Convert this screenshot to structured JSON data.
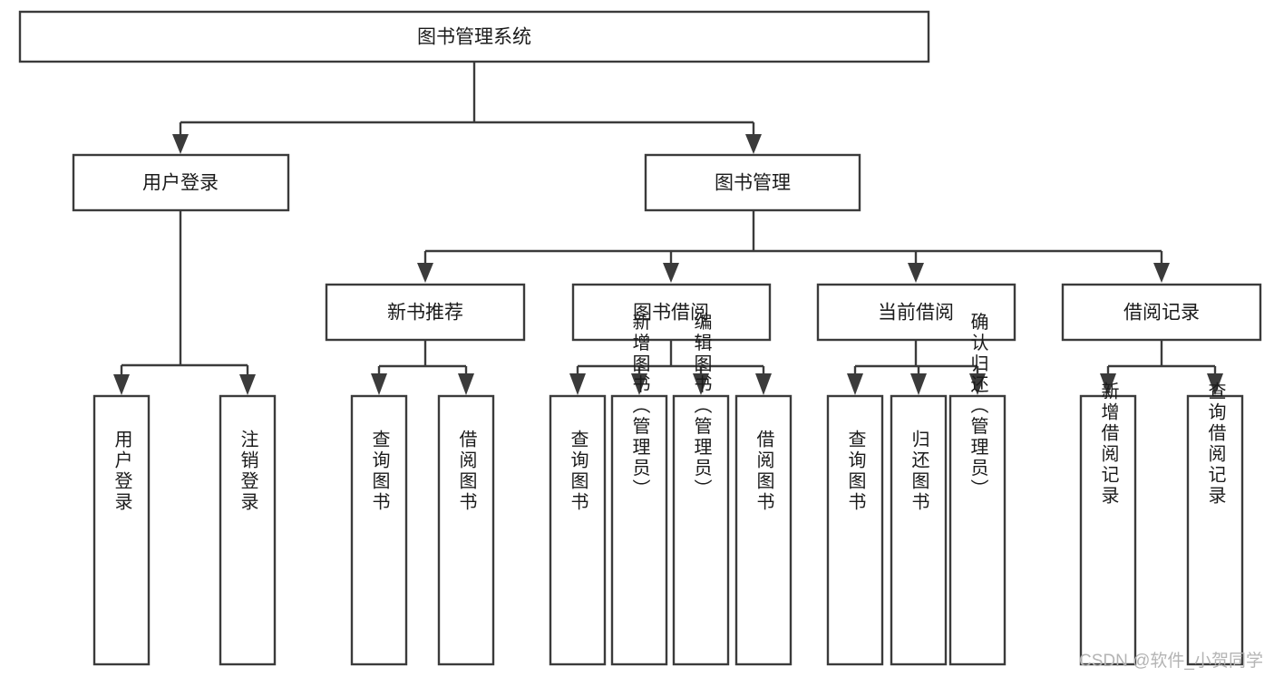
{
  "diagram": {
    "type": "tree",
    "title": "图书管理系统",
    "watermark": "CSDN @软件_小贺同学",
    "colors": {
      "stroke": "#3b3b3b",
      "fill": "#ffffff",
      "text": "#1b1b1b",
      "watermark": "#b4b4b4",
      "background": "#ffffff"
    },
    "levels": {
      "root": "图书管理系统",
      "level2": [
        "用户登录",
        "图书管理"
      ],
      "level3": [
        "新书推荐",
        "图书借阅",
        "当前借阅",
        "借阅记录"
      ]
    },
    "nodes": {
      "root": {
        "label": "图书管理系统",
        "orientation": "horizontal"
      },
      "user_login": {
        "label": "用户登录",
        "orientation": "horizontal"
      },
      "book_manage": {
        "label": "图书管理",
        "orientation": "horizontal"
      },
      "new_book_rec": {
        "label": "新书推荐",
        "orientation": "horizontal"
      },
      "book_borrow": {
        "label": "图书借阅",
        "orientation": "horizontal"
      },
      "current_borrow": {
        "label": "当前借阅",
        "orientation": "horizontal"
      },
      "borrow_record": {
        "label": "借阅记录",
        "orientation": "horizontal"
      },
      "leaf_user_login": {
        "label": "用户登录",
        "orientation": "vertical"
      },
      "leaf_logout": {
        "label": "注销登录",
        "orientation": "vertical"
      },
      "leaf_query_book_1": {
        "label": "查询图书",
        "orientation": "vertical"
      },
      "leaf_borrow_book_1": {
        "label": "借阅图书",
        "orientation": "vertical"
      },
      "leaf_query_book_2": {
        "label": "查询图书",
        "orientation": "vertical"
      },
      "leaf_add_book": {
        "label": "新增图书（管理员）",
        "orientation": "vertical"
      },
      "leaf_edit_book": {
        "label": "编辑图书（管理员）",
        "orientation": "vertical"
      },
      "leaf_borrow_book_2": {
        "label": "借阅图书",
        "orientation": "vertical"
      },
      "leaf_query_book_3": {
        "label": "查询图书",
        "orientation": "vertical"
      },
      "leaf_return_book": {
        "label": "归还图书",
        "orientation": "vertical"
      },
      "leaf_confirm_return": {
        "label": "确认归还（管理员）",
        "orientation": "vertical"
      },
      "leaf_add_record": {
        "label": "新增借阅记录",
        "orientation": "vertical"
      },
      "leaf_query_record": {
        "label": "查询借阅记录",
        "orientation": "vertical"
      }
    },
    "edges": [
      {
        "from": "root",
        "to": "user_login"
      },
      {
        "from": "root",
        "to": "book_manage"
      },
      {
        "from": "user_login",
        "to": "leaf_user_login"
      },
      {
        "from": "user_login",
        "to": "leaf_logout"
      },
      {
        "from": "book_manage",
        "to": "new_book_rec"
      },
      {
        "from": "book_manage",
        "to": "book_borrow"
      },
      {
        "from": "book_manage",
        "to": "current_borrow"
      },
      {
        "from": "book_manage",
        "to": "borrow_record"
      },
      {
        "from": "new_book_rec",
        "to": "leaf_query_book_1"
      },
      {
        "from": "new_book_rec",
        "to": "leaf_borrow_book_1"
      },
      {
        "from": "book_borrow",
        "to": "leaf_query_book_2"
      },
      {
        "from": "book_borrow",
        "to": "leaf_add_book"
      },
      {
        "from": "book_borrow",
        "to": "leaf_edit_book"
      },
      {
        "from": "book_borrow",
        "to": "leaf_borrow_book_2"
      },
      {
        "from": "current_borrow",
        "to": "leaf_query_book_3"
      },
      {
        "from": "current_borrow",
        "to": "leaf_return_book"
      },
      {
        "from": "current_borrow",
        "to": "leaf_confirm_return"
      },
      {
        "from": "borrow_record",
        "to": "leaf_add_record"
      },
      {
        "from": "borrow_record",
        "to": "leaf_query_record"
      }
    ]
  }
}
